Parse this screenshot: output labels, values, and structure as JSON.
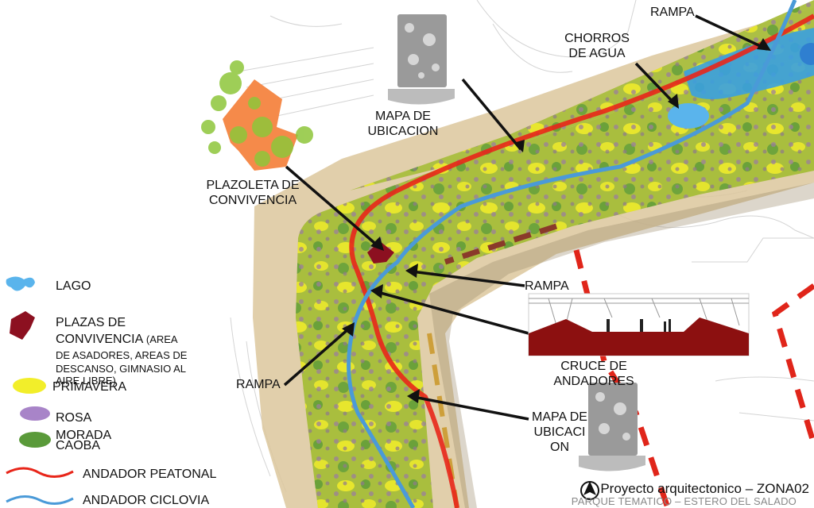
{
  "labels": {
    "rampa_top": "RAMPA",
    "chorros": [
      "CHORROS",
      "DE AGUA"
    ],
    "mapa_top": [
      "MAPA DE",
      "UBICACION"
    ],
    "plazoleta": [
      "PLAZOLETA DE",
      "CONVIVENCIA"
    ],
    "rampa_mid": "RAMPA",
    "rampa_left": "RAMPA",
    "cruce": [
      "CRUCE DE",
      "ANDADORES"
    ],
    "mapa_bottom": [
      "MAPA DE",
      "UBICACI",
      "ON"
    ]
  },
  "legend": {
    "lago": "LAGO",
    "plazas_title": "PLAZAS DE",
    "plazas_line2_big": "CONVIVENCIA",
    "plazas_line2_small": " (AREA",
    "plazas_line3": "DE ASADORES, AREAS DE",
    "plazas_line4": "DESCANSO, GIMNASIO AL",
    "plazas_line5": "AIRE LIBRE)",
    "primavera": "PRIMAVERA",
    "rosa": "ROSA",
    "morada": "MORADA",
    "caoba": "CAOBA",
    "andador_peatonal": "ANDADOR PEATONAL",
    "andador_ciclovia": "ANDADOR CICLOVIA"
  },
  "footer": {
    "title": "Proyecto arquitectonico – ZONA02",
    "subtitle": "PARQUE TEMATICO – ESTERO DEL SALADO"
  },
  "colors": {
    "park_green": "#a9be3e",
    "path_tan": "#dcc79c",
    "lake_blue": "#3aa0e0",
    "pedestrian_red": "#e8261a",
    "bike_blue": "#4a9ad8",
    "plaza_maroon": "#8c1020",
    "primavera_yellow": "#f2ee2a",
    "rosa_purple": "#a884c8",
    "caoba_green": "#5a9a3a",
    "plazoleta_orange": "#f58a4a"
  },
  "icons": [
    "sculpture-icon",
    "north-arrow-icon",
    "section-diagram"
  ]
}
